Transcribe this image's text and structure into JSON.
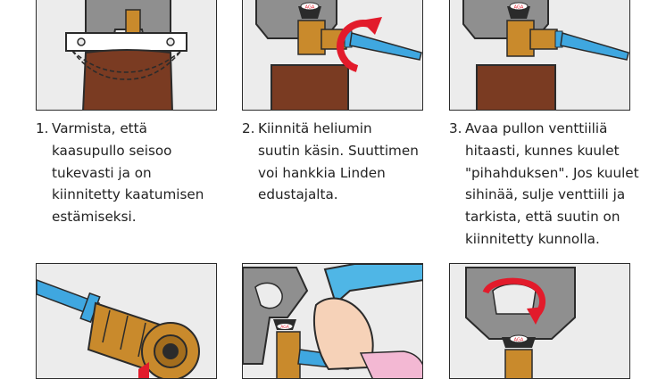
{
  "colors": {
    "cylinder_grey": "#8f8f8f",
    "outline": "#2b2b2b",
    "brass": "#c98a2c",
    "hose_blue": "#3fa7e0",
    "arrow_red": "#e21b2b",
    "strap_brown": "#7a3b22",
    "sleeve_blue": "#4fb6e6",
    "balloon_pink": "#f3b8d3",
    "panel_bg": "#ececec"
  },
  "valve_label": "AGA",
  "steps": [
    {
      "number": "1.",
      "text": "Varmista, että\nkaasupullo seisoo\ntukevasti ja on\nkiinnitetty kaatumisen\nestämiseksi."
    },
    {
      "number": "2.",
      "text": "Kiinnitä heliumin\nsuutin käsin. Suuttimen\nvoi hankkia  Linden\nedustajalta."
    },
    {
      "number": "3.",
      "text": "Avaa pullon venttiiliä\nhitaasti, kunnes kuulet\n\"pihahduksen\". Jos kuulet\nsihinää, sulje venttiili ja\ntarkista, että suutin on\nkiinnitetty kunnolla."
    }
  ],
  "panels": [
    {
      "icon": "cylinder-chain-illustration"
    },
    {
      "icon": "attach-nozzle-illustration"
    },
    {
      "icon": "open-valve-illustration"
    },
    {
      "icon": "nozzle-closeup-illustration"
    },
    {
      "icon": "inflate-balloon-illustration"
    },
    {
      "icon": "close-valve-illustration"
    }
  ]
}
